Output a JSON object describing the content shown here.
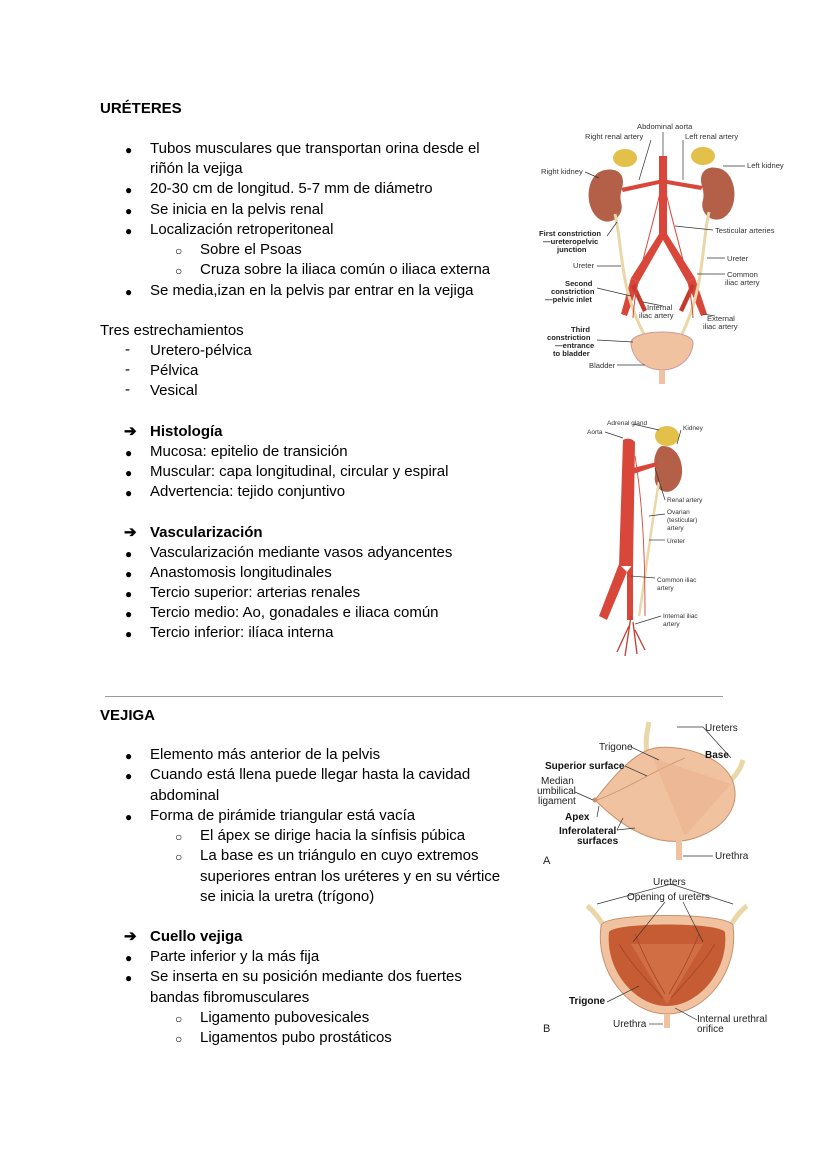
{
  "ureteres": {
    "title": "URÉTERES",
    "bullets": [
      "Tubos musculares que transportan orina desde el",
      "riñón la vejiga",
      "20-30 cm de longitud. 5-7 mm de diámetro",
      "Se inicia en la pelvis renal",
      "Localización retroperitoneal",
      "Sobre el Psoas",
      "Cruza sobre la iliaca común o iliaca externa",
      "Se media,izan en la pelvis par entrar en la vejiga"
    ],
    "estrechamientos_title": "Tres estrechamientos",
    "estrechamientos": [
      "Uretero-pélvica",
      "Pélvica",
      "Vesical"
    ],
    "histologia": {
      "title": "Histología",
      "items": [
        "Mucosa: epitelio de transición",
        "Muscular: capa longitudinal, circular y espiral",
        "Advertencia: tejido conjuntivo"
      ]
    },
    "vascularizacion": {
      "title": "Vascularización",
      "items": [
        "Vascularización mediante vasos adyancentes",
        "Anastomosis longitudinales",
        "Tercio superior: arterias renales",
        "Tercio medio: Ao, gonadales e iliaca común",
        "Tercio inferior: ilíaca interna"
      ]
    }
  },
  "vejiga": {
    "title": "VEJIGA",
    "bullets": [
      "Elemento más anterior de la pelvis",
      "Cuando está llena puede llegar hasta la cavidad",
      "abdominal",
      "Forma de pirámide triangular está vacía",
      "El ápex se dirige hacia la sínfisis púbica",
      "La base es un triángulo en cuyo extremos",
      "superiores entran los uréteres y en su vértice",
      "se inicia la uretra (trígono)"
    ],
    "cuello": {
      "title": "Cuello vejiga",
      "items": [
        "Parte inferior y la más fija",
        "Se inserta en su posición mediante dos fuertes",
        "bandas fibromusculares",
        "Ligamento pubovesicales",
        "Ligamentos pubo prostáticos"
      ]
    }
  },
  "fig1": {
    "labels": {
      "abdominal_aorta": "Abdominal aorta",
      "right_renal_artery": "Right renal artery",
      "left_renal_artery": "Left renal artery",
      "right_kidney": "Right kidney",
      "left_kidney": "Left kidney",
      "first_1": "First constriction",
      "first_2": "—ureteropelvic",
      "first_3": "junction",
      "testicular": "Testicular arteries",
      "ureter_l": "Ureter",
      "ureter_r": "Ureter",
      "common_1": "Common",
      "common_2": "iliac artery",
      "second_1": "Second",
      "second_2": "constriction",
      "second_3": "—pelvic inlet",
      "internal_1": "Internal",
      "internal_2": "iliac artery",
      "external_1": "External",
      "external_2": "iliac artery",
      "third_1": "Third",
      "third_2": "constriction",
      "third_3": "—entrance",
      "third_4": "to bladder",
      "bladder": "Bladder"
    }
  },
  "fig2": {
    "labels": {
      "adrenal": "Adrenal gland",
      "aorta": "Aorta",
      "kidney": "Kidney",
      "renal_artery": "Renal artery",
      "ovarian_1": "Ovarian",
      "ovarian_2": "(testicular)",
      "ovarian_3": "artery",
      "ureter": "Ureter",
      "common_1": "Common iliac",
      "common_2": "artery",
      "internal_1": "Internal iliac",
      "internal_2": "artery"
    }
  },
  "fig3": {
    "labels": {
      "ureters": "Ureters",
      "trigone": "Trigone",
      "base": "Base",
      "superior": "Superior surface",
      "median_1": "Median",
      "median_2": "umbilical",
      "median_3": "ligament",
      "apex": "Apex",
      "infero_1": "Inferolateral",
      "infero_2": "surfaces",
      "urethra": "Urethra",
      "panel": "A"
    }
  },
  "fig4": {
    "labels": {
      "ureters": "Ureters",
      "opening": "Opening of ureters",
      "trigone": "Trigone",
      "urethra": "Urethra",
      "internal_1": "Internal urethral",
      "internal_2": "orifice",
      "panel": "B"
    }
  },
  "colors": {
    "artery": "#d9473a",
    "kidney": "#b45f48",
    "adrenal": "#e3c04a",
    "bladder": "#f0c2a0",
    "bladder_inner": "#c55c34",
    "ureter": "#e9d7a8"
  }
}
